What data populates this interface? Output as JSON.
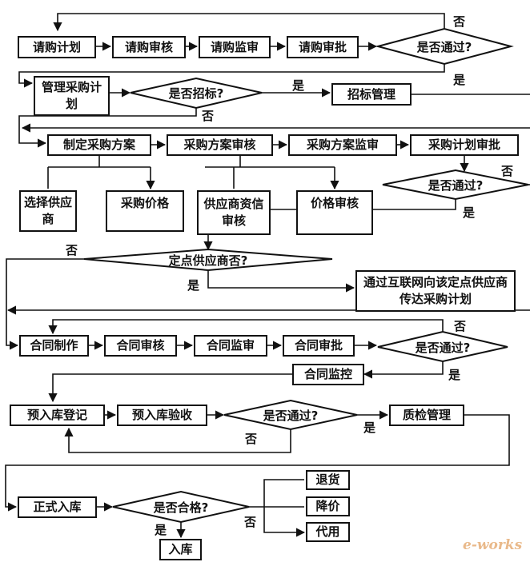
{
  "nodes": {
    "req_plan": "请购计划",
    "req_review": "请购审核",
    "req_supervise": "请购监审",
    "req_approve": "请购审批",
    "pur_plan_mgmt": "管理采购计划",
    "tender_mgmt": "招标管理",
    "make_scheme": "制定采购方案",
    "scheme_review": "采购方案审核",
    "scheme_supervise": "采购方案监审",
    "plan_approve": "采购计划审批",
    "choose_supplier": "选择供应商",
    "pur_price": "采购价格",
    "supplier_credit": "供应商资信审核",
    "price_review": "价格审核",
    "internet_notify": "通过互联网向该定点供应商传达采购计划",
    "contract_make": "合同制作",
    "contract_review": "合同审核",
    "contract_supervise": "合同监审",
    "contract_approve": "合同审批",
    "contract_monitor": "合同监控",
    "pre_register": "预入库登记",
    "pre_check": "预入库验收",
    "qc_mgmt": "质检管理",
    "formal_storage": "正式入库",
    "return_goods": "退货",
    "price_cut": "降价",
    "substitute": "代用",
    "storage": "入库"
  },
  "decisions": {
    "d1": "是否通过?",
    "d_tender": "是否招标?",
    "d2": "是否通过?",
    "d_fixed": "定点供应商否?",
    "d3": "是否通过?",
    "d4": "是否通过?",
    "d_qualified": "是否合格?"
  },
  "edge_labels": {
    "no_1": "否",
    "yes_1": "是",
    "yes_tender": "是",
    "no_tender": "否",
    "no_2": "否",
    "yes_2": "是",
    "no_fixed": "否",
    "yes_fixed": "是",
    "no_3": "否",
    "yes_3": "是",
    "yes_4": "是",
    "no_4": "否",
    "yes_qualified": "是",
    "no_qualified": "否"
  },
  "watermark": "e-works"
}
